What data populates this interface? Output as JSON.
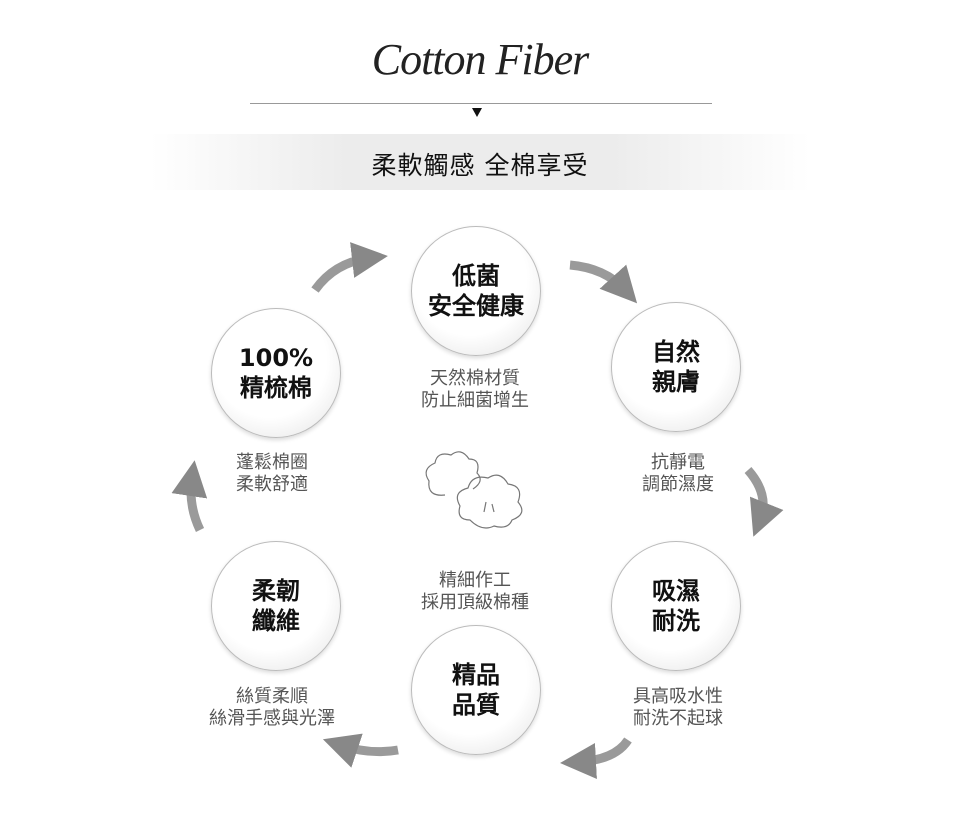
{
  "header": {
    "title": "Cotton Fiber",
    "subtitle": "柔軟觸感 全棉享受"
  },
  "features": [
    {
      "line1": "低菌",
      "line2": "安全健康",
      "caption1": "天然棉材質",
      "caption2": "防止細菌增生"
    },
    {
      "line1": "自然",
      "line2": "親膚",
      "caption1": "抗靜電",
      "caption2": "調節濕度"
    },
    {
      "line1": "吸濕",
      "line2": "耐洗",
      "caption1": "具高吸水性",
      "caption2": "耐洗不起球"
    },
    {
      "line1": "精品",
      "line2": "品質",
      "caption1": "精細作工",
      "caption2": "採用頂級棉種"
    },
    {
      "line1": "柔韌",
      "line2": "纖維",
      "caption1": "絲質柔順",
      "caption2": "絲滑手感與光澤"
    },
    {
      "line1": "100%",
      "line2": "精梳棉",
      "caption1": "蓬鬆棉圈",
      "caption2": "柔軟舒適"
    }
  ]
}
